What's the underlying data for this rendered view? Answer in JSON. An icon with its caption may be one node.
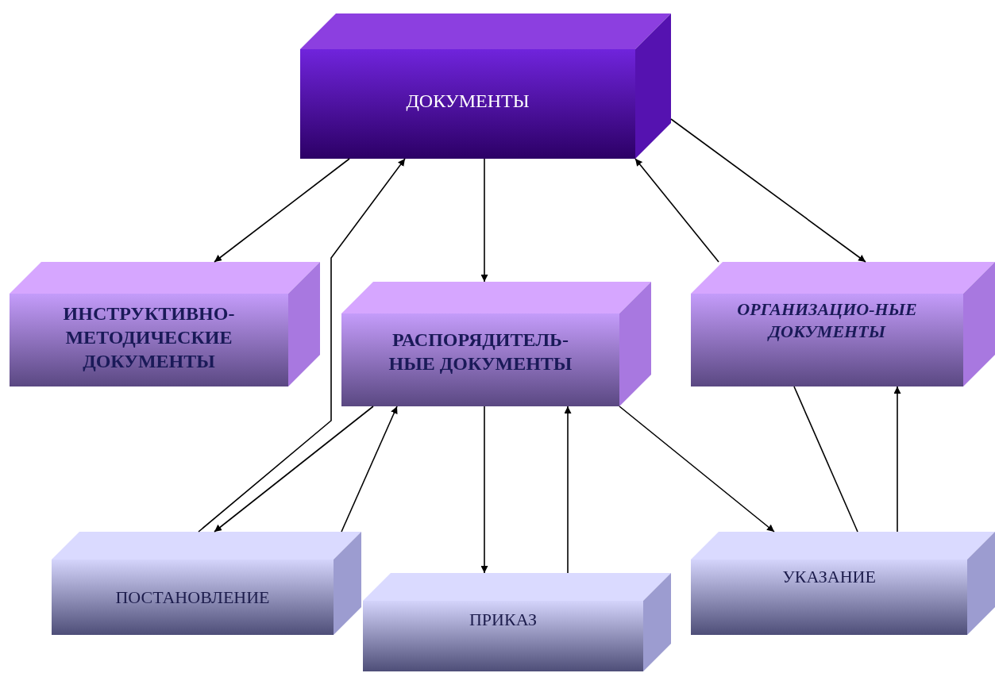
{
  "diagram": {
    "nodes": [
      {
        "text": [
          "ДОКУМЕНТЫ"
        ]
      },
      {
        "text": [
          "ИНСТРУКТИВНО- МЕТОДИЧЕСКИЕ ДОКУМЕНТЫ"
        ]
      },
      {
        "text": [
          "РАСПОРЯДИТЕЛЬ- НЫЕ ДОКУМЕНТЫ"
        ]
      },
      {
        "text": [
          "ОРГАНИЗАЦИО-НЫЕ ДОКУМЕНТЫ"
        ]
      },
      {
        "text": [
          "ПОСТАНОВЛЕНИЕ"
        ]
      },
      {
        "text": [
          "ПРИКАЗ"
        ]
      },
      {
        "text": [
          "УКАЗАНИЕ"
        ]
      }
    ],
    "edges": [
      {
        "from": 0,
        "to": 1,
        "arrow": "to"
      },
      {
        "from": 0,
        "to": 2,
        "arrow": "to"
      },
      {
        "from": 3,
        "to": 0,
        "arrow": "to"
      },
      {
        "from": 0,
        "to": 3,
        "arrow": "to"
      },
      {
        "from": 4,
        "to": 0,
        "arrow": "to"
      },
      {
        "from": 2,
        "to": 4,
        "arrow": "to"
      },
      {
        "from": 4,
        "to": 2,
        "arrow": "to"
      },
      {
        "from": 2,
        "to": 5,
        "arrow": "to"
      },
      {
        "from": 5,
        "to": 2,
        "arrow": "to"
      },
      {
        "from": 2,
        "to": 6,
        "arrow": "to"
      },
      {
        "from": 6,
        "to": 3,
        "arrow": "none"
      },
      {
        "from": 6,
        "to": 3,
        "arrow": "to"
      }
    ]
  }
}
